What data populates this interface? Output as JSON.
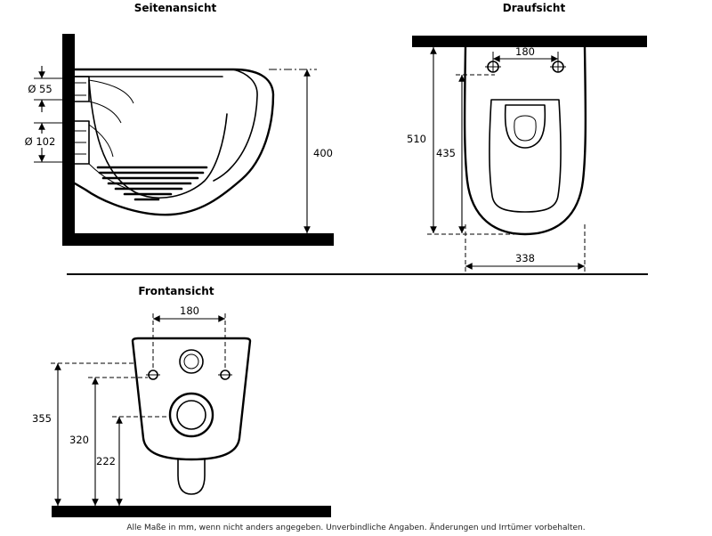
{
  "page": {
    "footer_note": "Alle Maße in mm, wenn nicht anders angegeben. Unverbindliche Angaben. Änderungen und Irrtümer vorbehalten."
  },
  "side_view": {
    "title": "Seitenansicht",
    "dims": {
      "inlet_diameter": "Ø 55",
      "outlet_diameter": "Ø 102",
      "height": "400"
    }
  },
  "top_view": {
    "title": "Draufsicht",
    "dims": {
      "fixing_holes_distance": "180",
      "depth_total": "510",
      "depth_bowl": "435",
      "width": "338"
    }
  },
  "front_view": {
    "title": "Frontansicht",
    "dims": {
      "fixing_holes_distance": "180",
      "height_inlet": "355",
      "height_fixing": "320",
      "height_drain": "222"
    }
  }
}
